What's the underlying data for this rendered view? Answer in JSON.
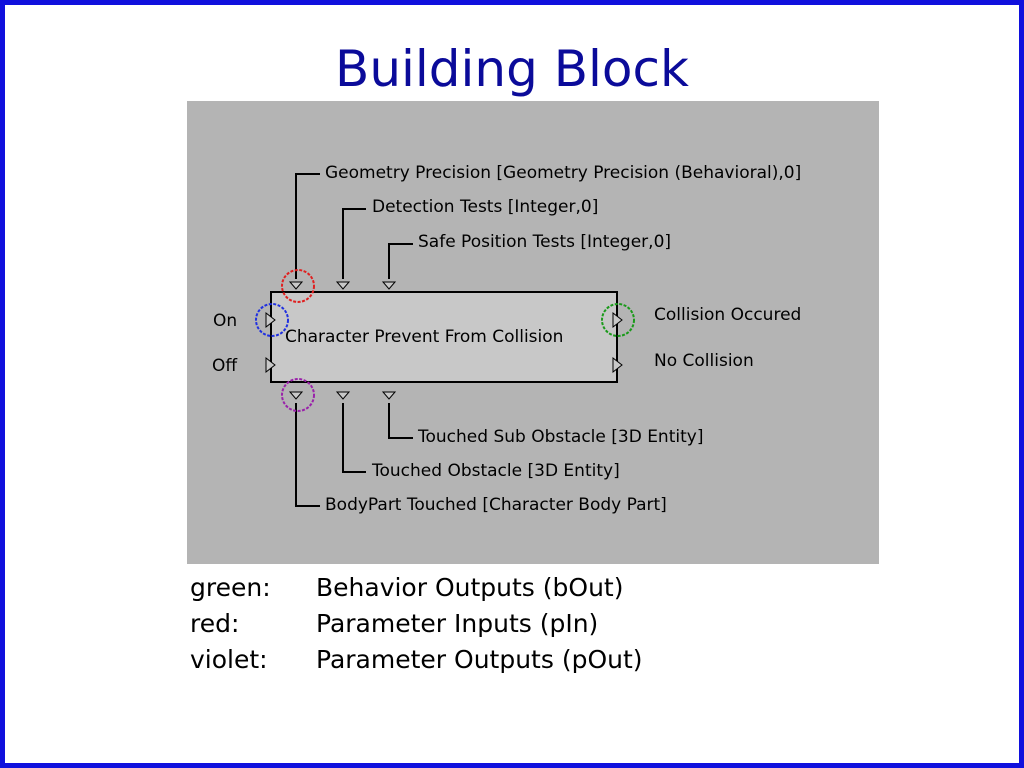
{
  "title": "Building Block",
  "block": {
    "name": "Character Prevent From Collision",
    "behavior_inputs": [
      "On",
      "Off"
    ],
    "behavior_outputs": [
      "Collision Occured",
      "No Collision"
    ],
    "parameter_inputs": [
      "Geometry Precision [Geometry Precision (Behavioral),0]",
      "Detection Tests [Integer,0]",
      "Safe Position Tests [Integer,0]"
    ],
    "parameter_outputs": [
      "Touched Sub Obstacle [3D Entity]",
      "Touched Obstacle [3D Entity]",
      "BodyPart Touched [Character Body Part]"
    ]
  },
  "highlight_colors": {
    "behavior_output": "#1a9a1a",
    "parameter_input": "#e02020",
    "parameter_output": "#9a22aa",
    "behavior_input": "#2030e0"
  },
  "legend": [
    {
      "key": "green:",
      "desc": "Behavior Outputs (bOut)"
    },
    {
      "key": "red:",
      "desc": "Parameter Inputs (pIn)"
    },
    {
      "key": "violet:",
      "desc": "Parameter Outputs (pOut)"
    }
  ]
}
